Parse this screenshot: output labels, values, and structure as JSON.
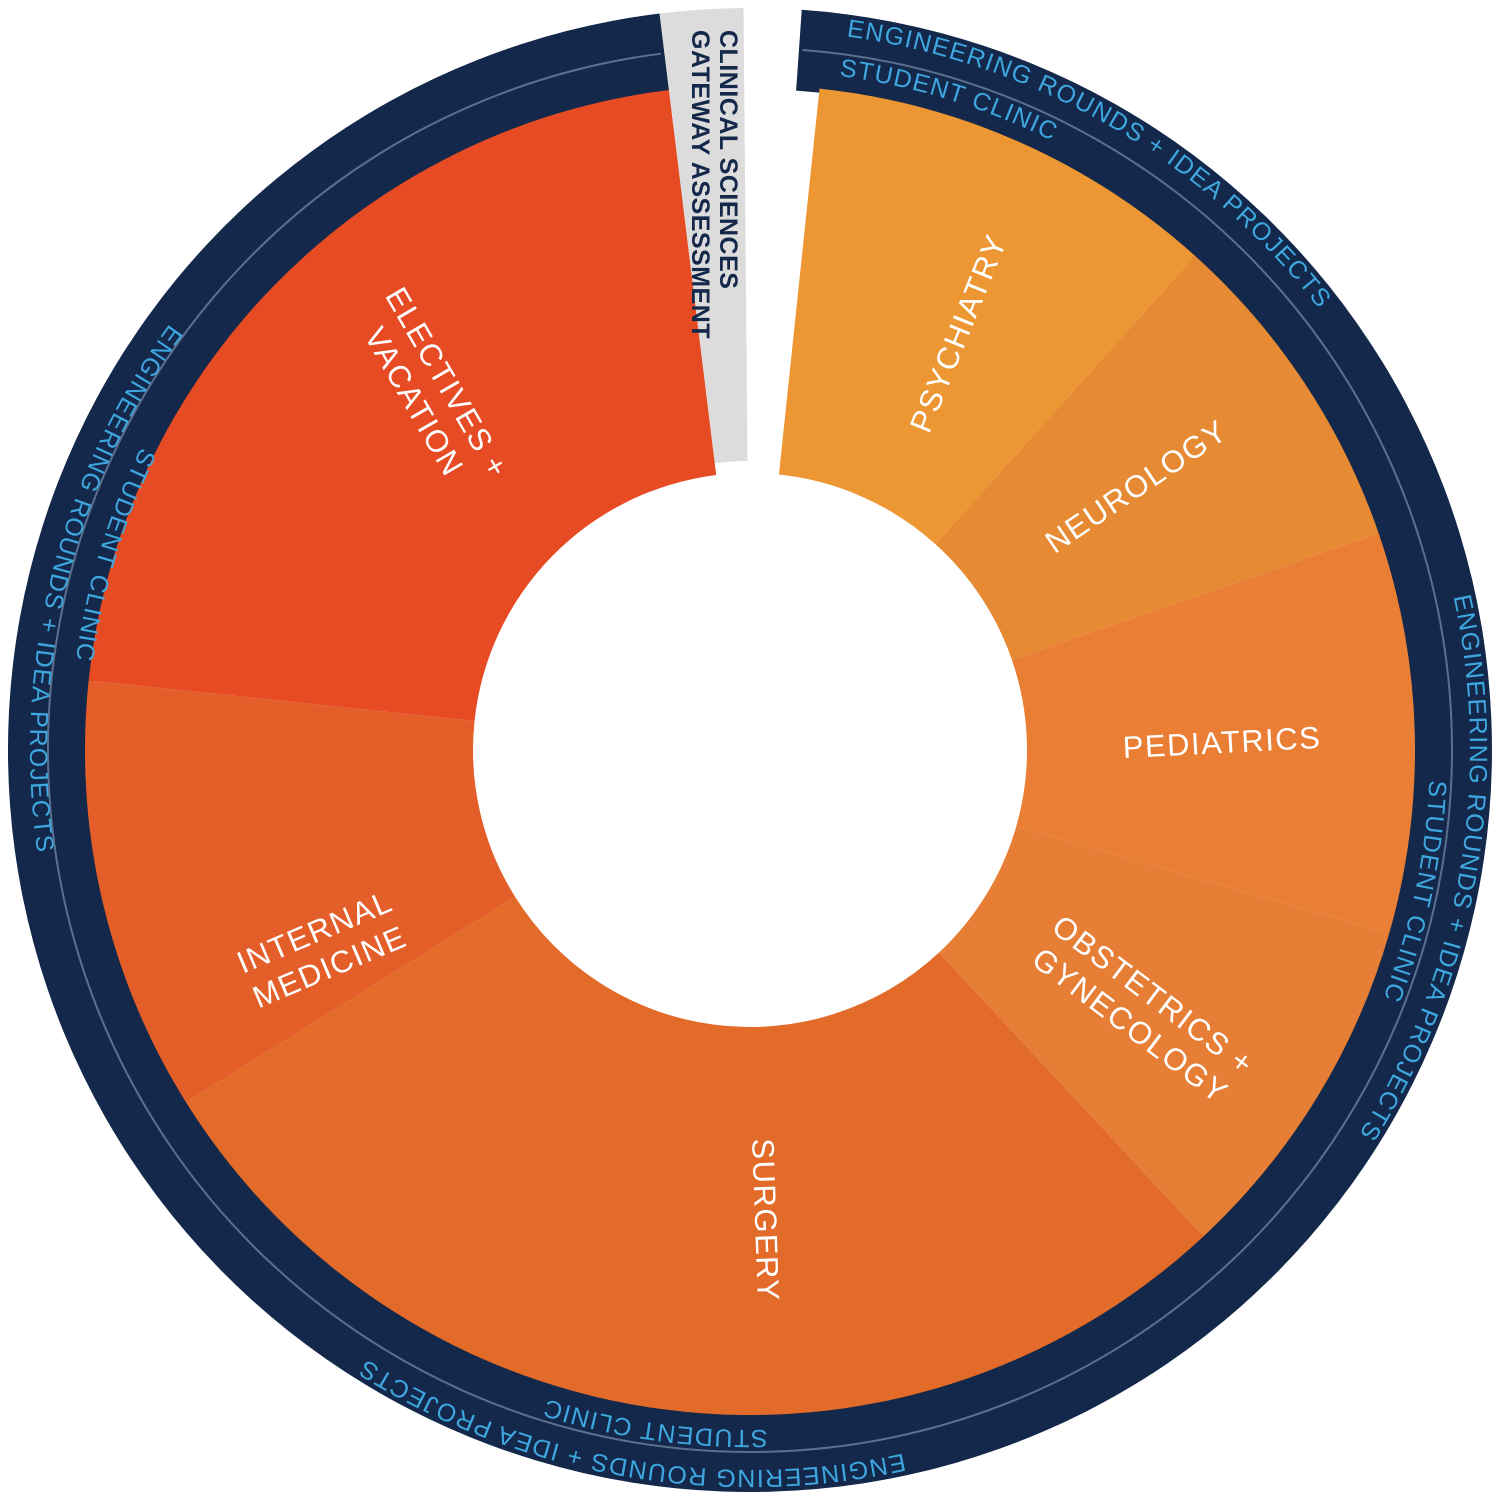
{
  "colors": {
    "ring": "#13284a",
    "ring_text": "#3ea7df",
    "gateway_fill": "#dcdcdc",
    "gateway_text": "#14284a",
    "label_text": "#ffffff"
  },
  "segments": [
    {
      "id": "psychiatry",
      "label": [
        "PSYCHIATRY"
      ],
      "color": "#ec9734"
    },
    {
      "id": "neurology",
      "label": [
        "NEUROLOGY"
      ],
      "color": "#e68a34"
    },
    {
      "id": "pediatrics",
      "label": [
        "PEDIATRICS"
      ],
      "color": "#e97e34"
    },
    {
      "id": "obstetrics-gynecology",
      "label": [
        "OBSTETRICS +",
        "GYNECOLOGY"
      ],
      "color": "#e77e35"
    },
    {
      "id": "surgery",
      "label": [
        "SURGERY"
      ],
      "color": "#e36b2a"
    },
    {
      "id": "internal-medicine",
      "label": [
        "INTERNAL",
        "MEDICINE"
      ],
      "color": "#e45e29"
    },
    {
      "id": "electives-vacation",
      "label": [
        "ELECTIVES +",
        "VACATION"
      ],
      "color": "#e64b24"
    }
  ],
  "gateway": {
    "lines": [
      "CLINICAL SCIENCES",
      "GATEWAY ASSESSMENT"
    ]
  },
  "outer_ring": {
    "outer_label": "ENGINEERING ROUNDS + IDEA PROJECTS",
    "inner_label": "STUDENT CLINIC"
  }
}
